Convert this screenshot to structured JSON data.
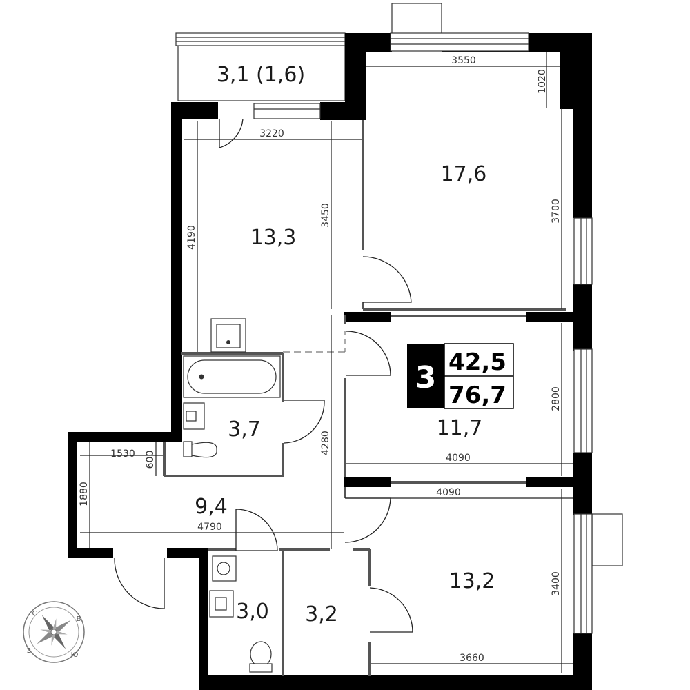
{
  "rooms": [
    {
      "id": "balcony",
      "area": "3,1 (1,6)"
    },
    {
      "id": "kitchen",
      "area": "13,3"
    },
    {
      "id": "bedroom-top",
      "area": "17,6"
    },
    {
      "id": "bathroom",
      "area": "3,7"
    },
    {
      "id": "bedroom-middle",
      "area": "11,7"
    },
    {
      "id": "hall",
      "area": "9,4"
    },
    {
      "id": "bedroom-bottom",
      "area": "13,2"
    },
    {
      "id": "wc",
      "area": "3,0"
    },
    {
      "id": "storage",
      "area": "3,2"
    }
  ],
  "dimensions": [
    "3550",
    "1020",
    "3220",
    "4190",
    "3450",
    "3700",
    "2800",
    "4090",
    "4280",
    "1530",
    "600",
    "1880",
    "4790",
    "4090",
    "3400",
    "3660"
  ],
  "summary": {
    "room_count": "3",
    "living_area": "42,5",
    "total_area": "76,7"
  },
  "compass": {
    "north": "С",
    "east": "В",
    "west": "З",
    "south": "Ю"
  }
}
